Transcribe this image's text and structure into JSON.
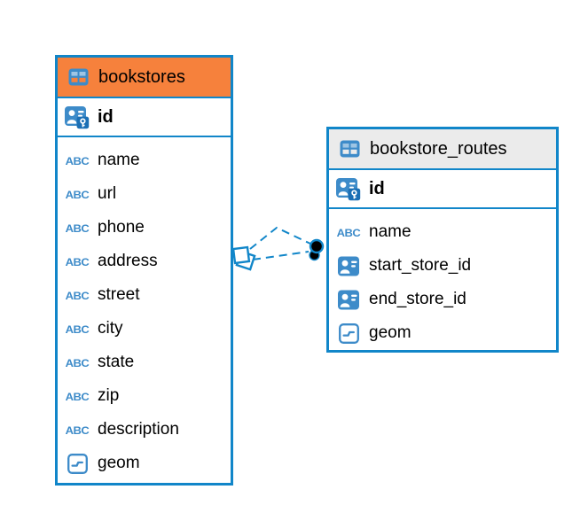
{
  "colors": {
    "accent": "#1186C9",
    "icon_blue": "#3D8BC9",
    "pk_key_badge": "#1B6FB5",
    "orange_header": "#F6813C",
    "gray_header": "#EBEBEB",
    "marker_dot": "#000000",
    "text": "#000000",
    "background": "#FFFFFF"
  },
  "diagram": {
    "tables": [
      {
        "name": "bookstores",
        "header_color": "#F6813C",
        "fields": [
          {
            "label": "id",
            "icon": "primary-key",
            "primary": true
          },
          {
            "label": "name",
            "icon": "text"
          },
          {
            "label": "url",
            "icon": "text"
          },
          {
            "label": "phone",
            "icon": "text"
          },
          {
            "label": "address",
            "icon": "text"
          },
          {
            "label": "street",
            "icon": "text"
          },
          {
            "label": "city",
            "icon": "text"
          },
          {
            "label": "state",
            "icon": "text"
          },
          {
            "label": "zip",
            "icon": "text"
          },
          {
            "label": "description",
            "icon": "text"
          },
          {
            "label": "geom",
            "icon": "geometry"
          }
        ]
      },
      {
        "name": "bookstore_routes",
        "header_color": "#EBEBEB",
        "fields": [
          {
            "label": "id",
            "icon": "primary-key",
            "primary": true
          },
          {
            "label": "name",
            "icon": "text"
          },
          {
            "label": "start_store_id",
            "icon": "reference"
          },
          {
            "label": "end_store_id",
            "icon": "reference"
          },
          {
            "label": "geom",
            "icon": "geometry"
          }
        ]
      }
    ],
    "relations": [
      {
        "from": "bookstore_routes.start_store_id",
        "to": "bookstores.id",
        "style": "dashed"
      },
      {
        "from": "bookstore_routes.end_store_id",
        "to": "bookstores.id",
        "style": "dashed"
      }
    ]
  }
}
